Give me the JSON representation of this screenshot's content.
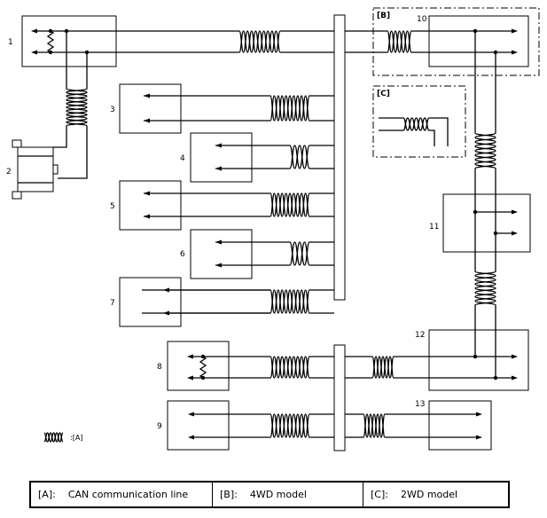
{
  "components": [
    {
      "label": "1"
    },
    {
      "label": "2"
    },
    {
      "label": "3"
    },
    {
      "label": "4"
    },
    {
      "label": "5"
    },
    {
      "label": "6"
    },
    {
      "label": "7"
    },
    {
      "label": "8"
    },
    {
      "label": "9"
    },
    {
      "label": "10"
    },
    {
      "label": "11"
    },
    {
      "label": "12"
    },
    {
      "label": "13"
    }
  ],
  "groups": {
    "b": "[B]",
    "c": "[C]"
  },
  "symbol_key": ":[A]",
  "legend": [
    {
      "key": "[A]:",
      "text": "CAN communication line"
    },
    {
      "key": "[B]:",
      "text": "4WD model"
    },
    {
      "key": "[C]:",
      "text": "2WD model"
    }
  ]
}
